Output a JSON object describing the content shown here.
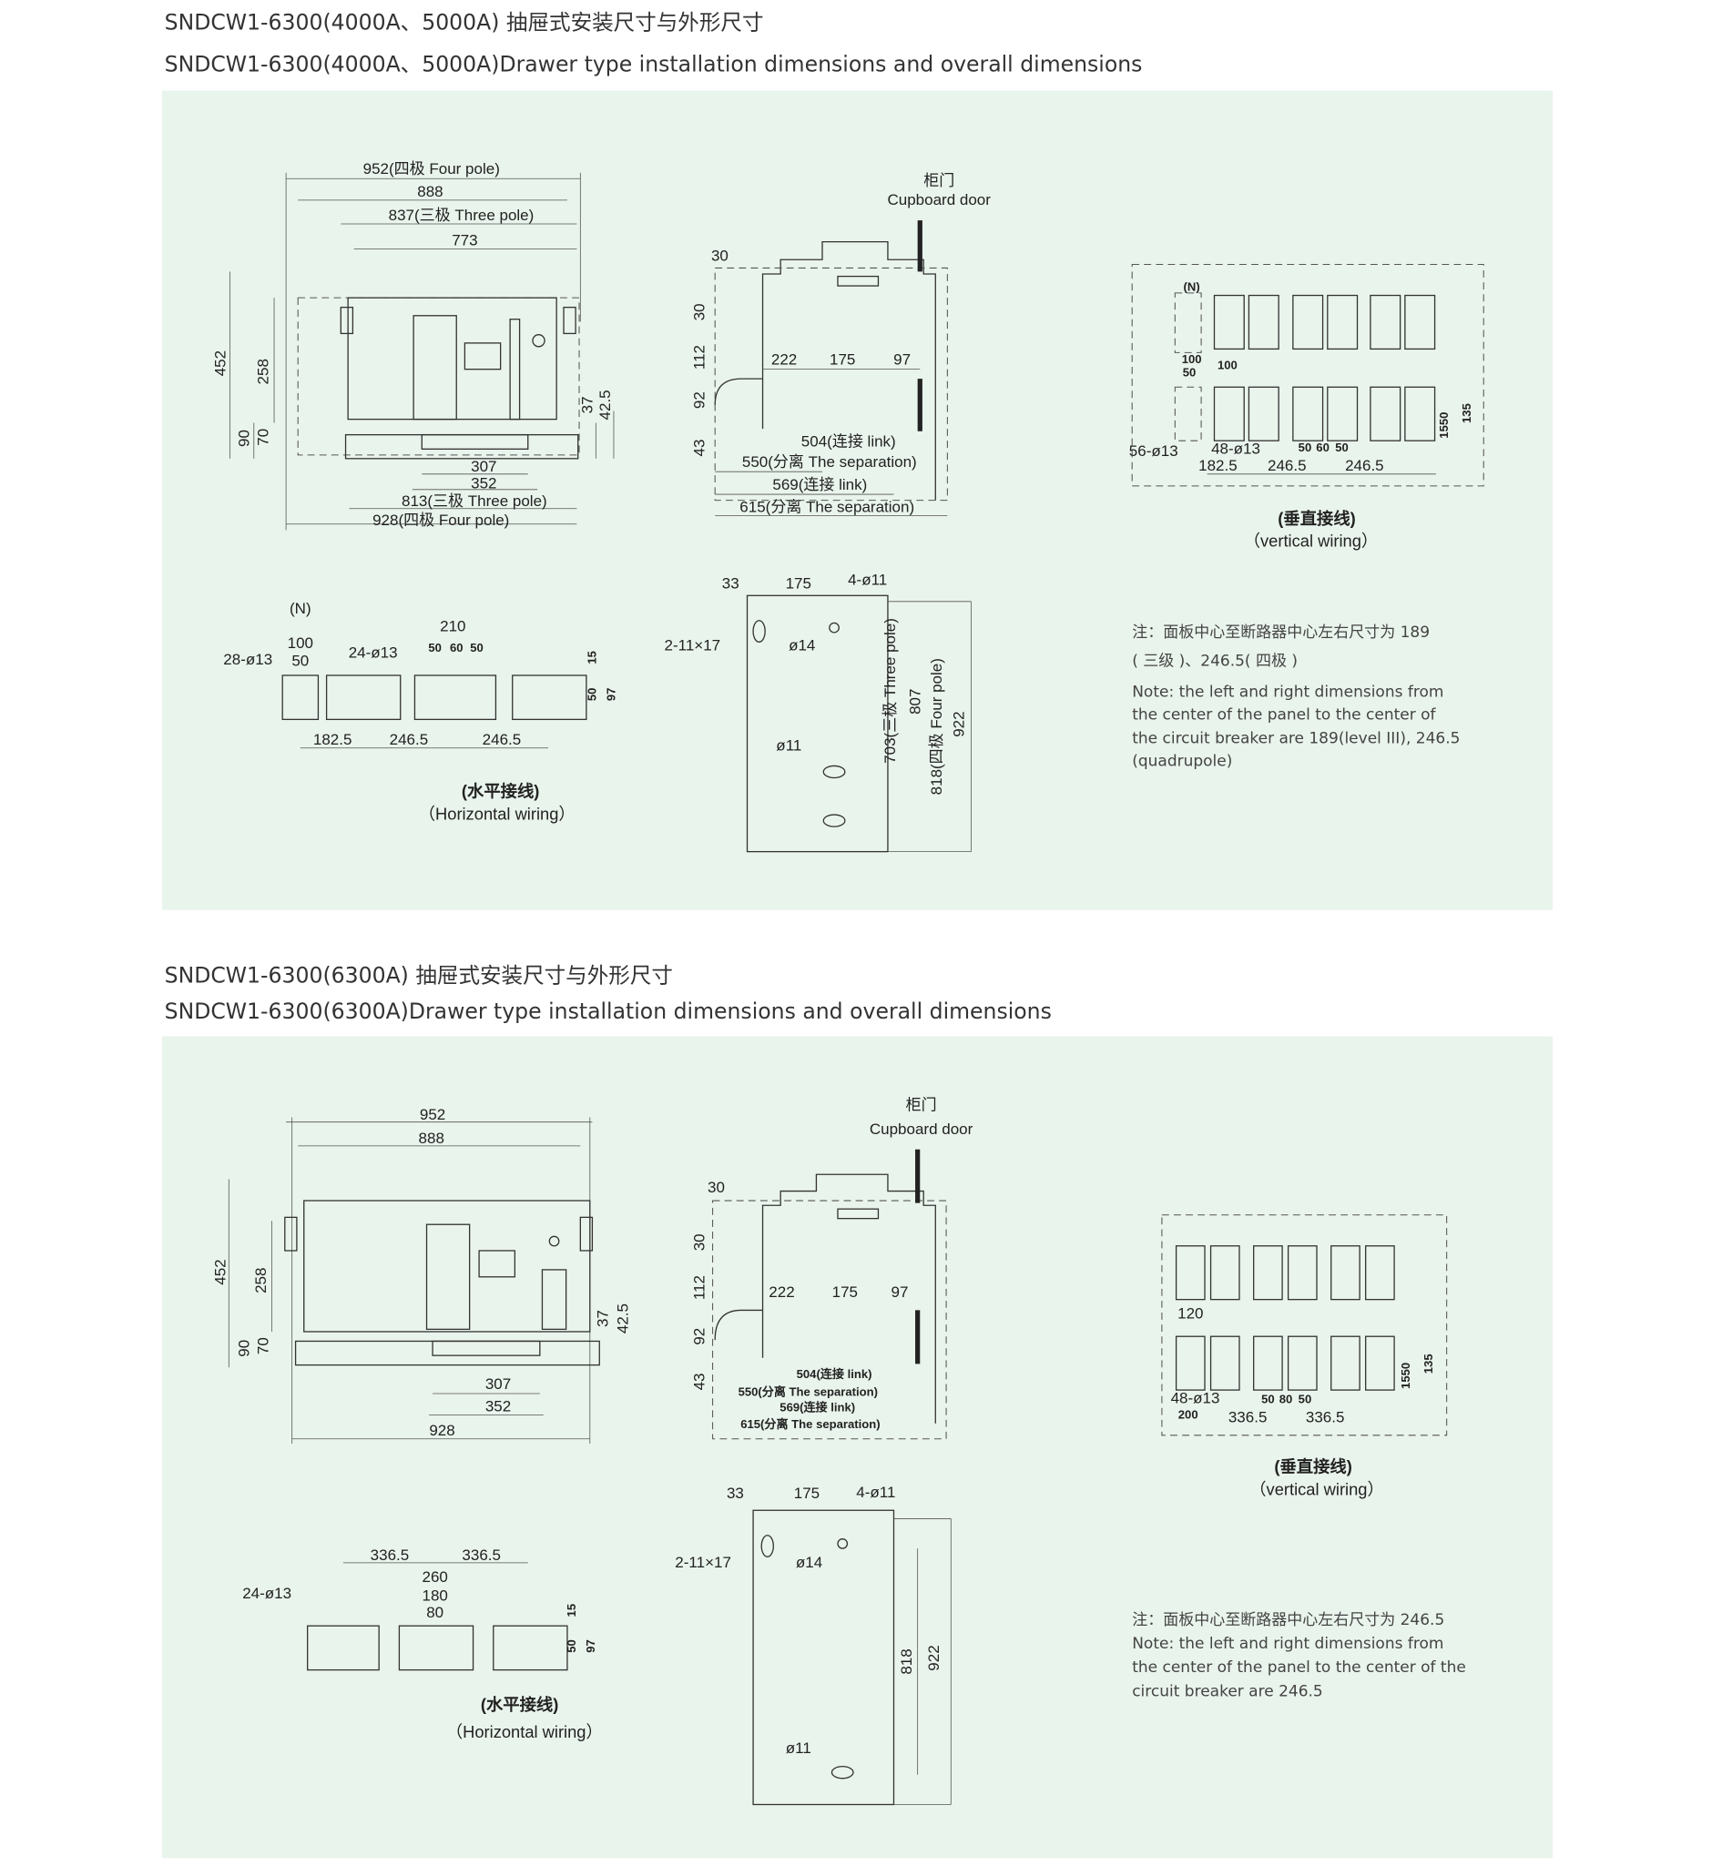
{
  "section1": {
    "title_cn": "SNDCW1-6300(4000A、5000A) 抽屉式安装尺寸与外形尺寸",
    "title_en": "SNDCW1-6300(4000A、5000A)Drawer type installation dimensions and overall dimensions",
    "front": {
      "d952": "952(四极 Four pole)",
      "d888": "888",
      "d837": "837(三极 Three pole)",
      "d773": "773",
      "d452": "452",
      "d258": "258",
      "d90": "90",
      "d70": "70",
      "d37": "37",
      "d42": "42.5",
      "d307": "307",
      "d352": "352",
      "d813": "813(三极 Three pole)",
      "d928": "928(四极 Four pole)"
    },
    "side": {
      "door_cn": "柜门",
      "door_en": "Cupboard door",
      "d30a": "30",
      "d30b": "30",
      "d112": "112",
      "d92": "92",
      "d43": "43",
      "d222": "222",
      "d175": "175",
      "d97": "97",
      "d504": "504(连接 link)",
      "d550": "550(分离 The separation)",
      "d569": "569(连接 link)",
      "d615": "615(分离 The separation)"
    },
    "vertical": {
      "n": "(N)",
      "d100a": "100",
      "d50a": "50",
      "d100b": "100",
      "h56": "56-ø13",
      "h48": "48-ø13",
      "d50b": "50",
      "d60": "60",
      "d50c": "50",
      "d182": "182.5",
      "d246a": "246.5",
      "d246b": "246.5",
      "d1550": "1550",
      "d135": "135",
      "caption_cn": "(垂直接线)",
      "caption_en": "（vertical wiring）"
    },
    "horizontal": {
      "n": "(N)",
      "d100": "100",
      "d50": "50",
      "h28": "28-ø13",
      "h24": "24-ø13",
      "d210": "210",
      "d50a": "50",
      "d60": "60",
      "d50b": "50",
      "d15": "15",
      "d50c": "50",
      "d97": "97",
      "d182": "182.5",
      "d246a": "246.5",
      "d246b": "246.5",
      "caption_cn": "(水平接线)",
      "caption_en": "（Horizontal wiring）"
    },
    "mount": {
      "d33": "33",
      "d175": "175",
      "h4": "4-ø11",
      "slot": "2-11×17",
      "h14": "ø14",
      "h11": "ø11",
      "d703": "703(三极 Three pole)",
      "d807": "807",
      "d818": "818(四极 Four pole)",
      "d922": "922"
    },
    "note": [
      "注：面板中心至断路器中心左右尺寸为 189",
      "( 三级 )、246.5( 四极 )",
      "Note: the left and right dimensions from",
      "the center of the panel to the center of",
      "the circuit breaker are 189(level III), 246.5",
      "(quadrupole)"
    ]
  },
  "section2": {
    "title_cn": "SNDCW1-6300(6300A) 抽屉式安装尺寸与外形尺寸",
    "title_en": "SNDCW1-6300(6300A)Drawer type installation dimensions and overall dimensions",
    "front": {
      "d952": "952",
      "d888": "888",
      "d452": "452",
      "d258": "258",
      "d90": "90",
      "d70": "70",
      "d37": "37",
      "d42": "42.5",
      "d307": "307",
      "d352": "352",
      "d928": "928"
    },
    "side": {
      "door_cn": "柜门",
      "door_en": "Cupboard door",
      "d30a": "30",
      "d30b": "30",
      "d112": "112",
      "d92": "92",
      "d43": "43",
      "d222": "222",
      "d175": "175",
      "d97": "97",
      "d504": "504(连接 link)",
      "d550": "550(分离 The separation)",
      "d569": "569(连接 link)",
      "d615": "615(分离 The separation)"
    },
    "vertical": {
      "d120": "120",
      "h48": "48-ø13",
      "d200": "200",
      "d50a": "50",
      "d80": "80",
      "d50b": "50",
      "d336a": "336.5",
      "d336b": "336.5",
      "d1550": "1550",
      "d135": "135",
      "caption_cn": "(垂直接线)",
      "caption_en": "（vertical wiring）"
    },
    "horizontal": {
      "d336a": "336.5",
      "d336b": "336.5",
      "d260": "260",
      "d180": "180",
      "d80": "80",
      "h24": "24-ø13",
      "d15": "15",
      "d50": "50",
      "d97": "97",
      "caption_cn": "(水平接线)",
      "caption_en": "（Horizontal wiring）"
    },
    "mount": {
      "d33": "33",
      "d175": "175",
      "h4": "4-ø11",
      "slot": "2-11×17",
      "h14": "ø14",
      "h11": "ø11",
      "d818": "818",
      "d922": "922"
    },
    "note": [
      "注：面板中心至断路器中心左右尺寸为 246.5",
      "Note: the left and right dimensions from",
      "the center of the panel to the center of the",
      "circuit breaker are 246.5"
    ]
  }
}
